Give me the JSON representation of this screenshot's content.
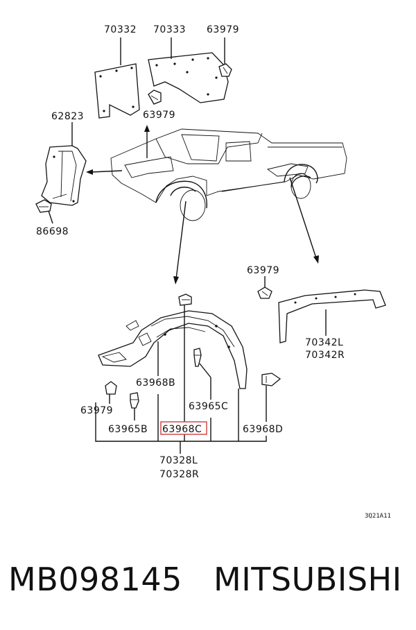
{
  "diagram": {
    "labels": {
      "p70332": "70332",
      "p70333": "70333",
      "p63979_top": "63979",
      "p63979_mid": "63979",
      "p62823": "62823",
      "p86698": "86698",
      "p63979_right": "63979",
      "p70342": "70342L",
      "p70342r": "70342R",
      "p63968b": "63968B",
      "p63965c": "63965C",
      "p63979_left": "63979",
      "p63965b": "63965B",
      "p63968c": "63968C",
      "p63968d": "63968D",
      "p70328l": "70328L",
      "p70328r": "70328R"
    },
    "ref_code": "3Q21A11",
    "highlight_color": "#d23c3c"
  },
  "footer": {
    "part_number": "MB098145",
    "brand": "MITSUBISHI"
  }
}
